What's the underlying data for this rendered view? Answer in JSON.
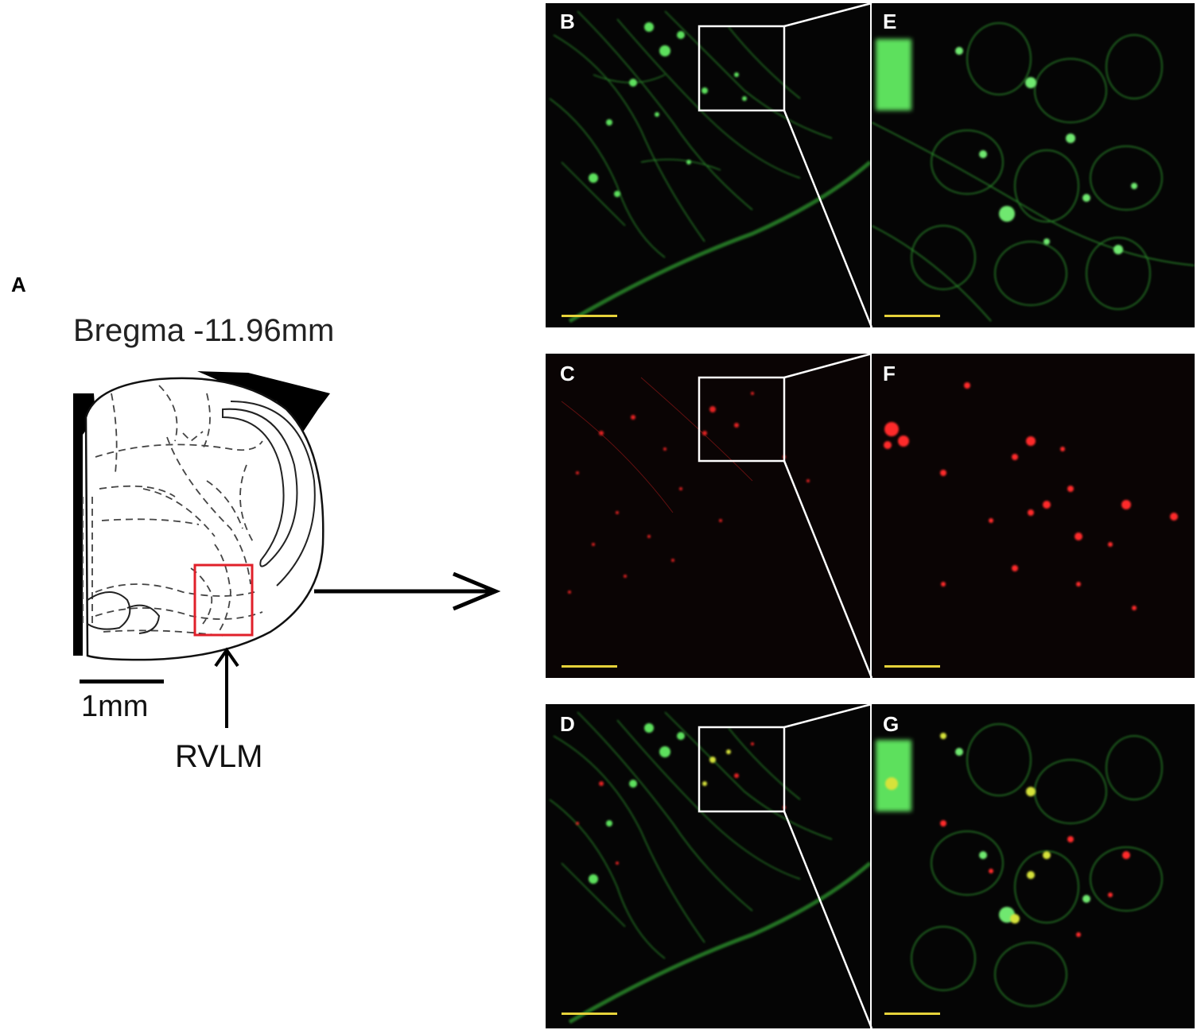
{
  "panel_a": {
    "letter": "A",
    "title": "Bregma  -11.96mm",
    "scale_label": "1mm",
    "region_label": "RVLM"
  },
  "panels": {
    "B": "B",
    "C": "C",
    "D": "D",
    "E": "E",
    "F": "F",
    "G": "G"
  },
  "colors": {
    "green_channel": "#3ccc3c",
    "red_channel": "#ff2a2a",
    "merge_yellow": "#d6e23a",
    "highlight_box": "#e0202a",
    "inset_box": "#ffffff",
    "scale_bar": "#e6d23a"
  }
}
